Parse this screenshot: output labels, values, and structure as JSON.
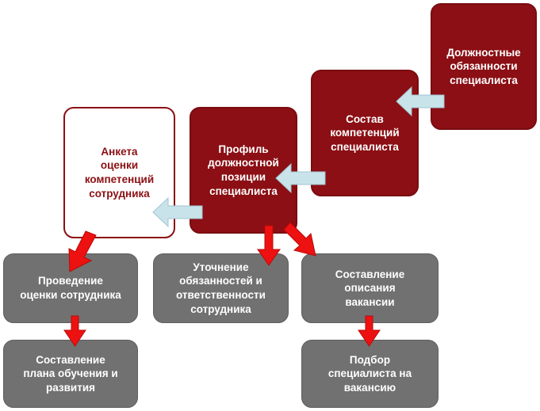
{
  "boxes": {
    "duties": "Должностные\nобязанности\nспециалиста",
    "competencies": "Состав\nкомпетенций\nспециалиста",
    "profile": "Профиль\nдолжностной\nпозиции\nспециалиста",
    "questionnaire": "Анкета\nоценки\nкомпетенций\nсотрудника",
    "assessment": "Проведение\nоценки сотрудника",
    "training_plan": "Составление\nплана обучения и\nразвития",
    "clarification": "Уточнение\nобязанностей и\nответственности\nсотрудника",
    "vacancy_description": "Составление\nописания\nвакансии",
    "selection": "Подбор\nспециалиста на\nвакансию"
  },
  "colors": {
    "dark_red": "#8b0f14",
    "gray": "#717171",
    "light_blue_arrow": "#c9e3ea",
    "red_arrow": "#ee1111"
  }
}
